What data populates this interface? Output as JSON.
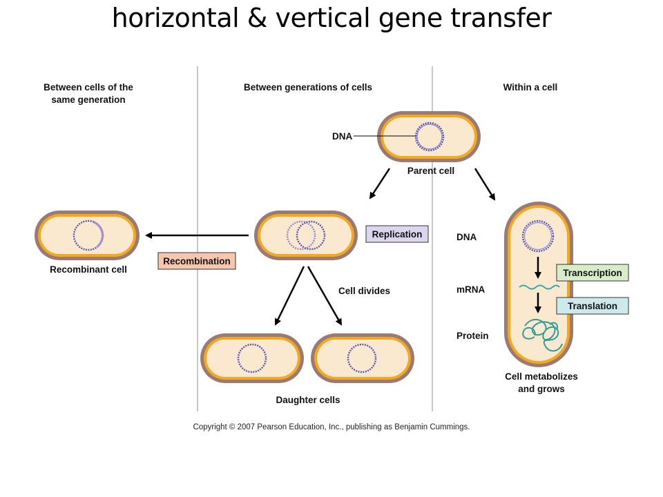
{
  "title": "horizontal & vertical gene transfer",
  "columns": {
    "left_header_line1": "Between cells of the",
    "left_header_line2": "same generation",
    "middle_header": "Between generations of cells",
    "right_header": "Within a cell"
  },
  "labels": {
    "dna_parent": "DNA",
    "parent_cell": "Parent cell",
    "replication": "Replication",
    "recombination": "Recombination",
    "recombinant_cell": "Recombinant cell",
    "cell_divides": "Cell divides",
    "daughter_cells": "Daughter cells",
    "dna_right": "DNA",
    "mrna": "mRNA",
    "protein": "Protein",
    "transcription": "Transcription",
    "translation": "Translation",
    "metabolizes_line1": "Cell metabolizes",
    "metabolizes_line2": "and grows"
  },
  "colors": {
    "cell_outer": "#9a7a72",
    "cell_ring": "#f2a81f",
    "cytoplasm": "#fbe9cf",
    "dna": "#5b57b8",
    "replication_box": "#ddd5ee",
    "recombination_box": "#f6c6ae",
    "transcription_box": "#d8ecc9",
    "translation_box": "#cde9ea",
    "mrna": "#39a9a6"
  },
  "copyright": "Copyright © 2007 Pearson Education, Inc., publishing as Benjamin Cummings."
}
